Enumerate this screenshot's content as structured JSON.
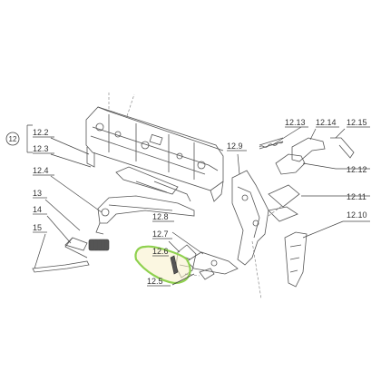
{
  "group_label": "12",
  "callouts": [
    {
      "id": "12.2",
      "text": "12.2"
    },
    {
      "id": "12.3",
      "text": "12.3"
    },
    {
      "id": "12.4",
      "text": "12.4"
    },
    {
      "id": "13",
      "text": "13"
    },
    {
      "id": "14",
      "text": "14"
    },
    {
      "id": "15",
      "text": "15"
    },
    {
      "id": "12.8",
      "text": "12.8"
    },
    {
      "id": "12.7",
      "text": "12.7"
    },
    {
      "id": "12.6",
      "text": "12.6"
    },
    {
      "id": "12.5",
      "text": "12.5"
    },
    {
      "id": "12.9",
      "text": "12.9"
    },
    {
      "id": "12.13",
      "text": "12.13"
    },
    {
      "id": "12.14",
      "text": "12.14"
    },
    {
      "id": "12.15",
      "text": "12.15"
    },
    {
      "id": "12.12",
      "text": "12.12"
    },
    {
      "id": "12.11",
      "text": "12.11"
    },
    {
      "id": "12.10",
      "text": "12.10"
    }
  ],
  "highlighted_part": "12.6",
  "colors": {
    "highlight_outline": "#8fd14f",
    "highlight_fill": "#f7f1c8",
    "line": "#555555"
  }
}
